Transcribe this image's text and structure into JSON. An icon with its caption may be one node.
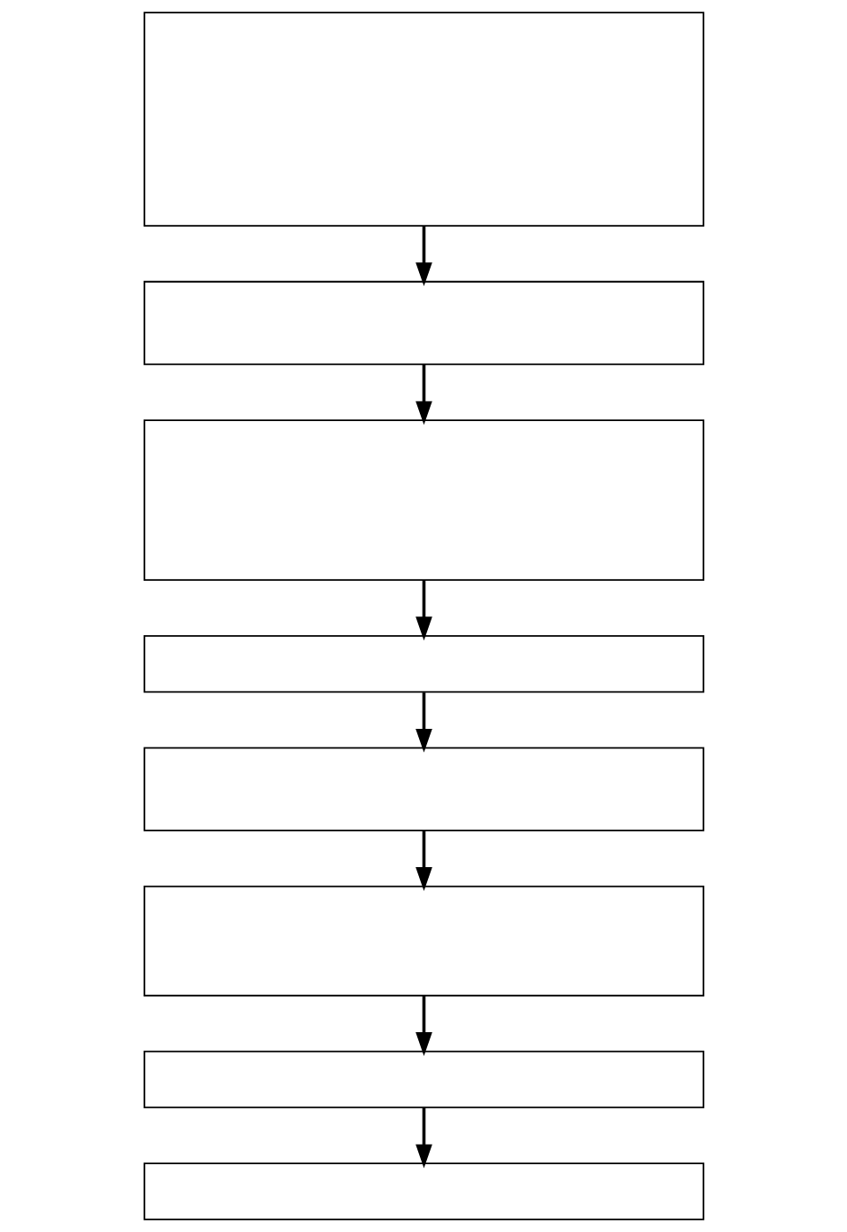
{
  "diagram": {
    "nodes": [
      {
        "text": [],
        "shape": "box"
      },
      {
        "text": [],
        "shape": "box"
      },
      {
        "text": [],
        "shape": "box"
      },
      {
        "text": [],
        "shape": "box"
      },
      {
        "text": [],
        "shape": "box"
      },
      {
        "text": [],
        "shape": "box"
      },
      {
        "text": [],
        "shape": "box"
      },
      {
        "text": [],
        "shape": "box"
      }
    ],
    "edges": [
      {
        "from": 0,
        "to": 1,
        "arrow": "to"
      },
      {
        "from": 1,
        "to": 2,
        "arrow": "to"
      },
      {
        "from": 2,
        "to": 3,
        "arrow": "to"
      },
      {
        "from": 3,
        "to": 4,
        "arrow": "to"
      },
      {
        "from": 4,
        "to": 5,
        "arrow": "to"
      },
      {
        "from": 5,
        "to": 6,
        "arrow": "to"
      },
      {
        "from": 6,
        "to": 7,
        "arrow": "to"
      }
    ]
  }
}
